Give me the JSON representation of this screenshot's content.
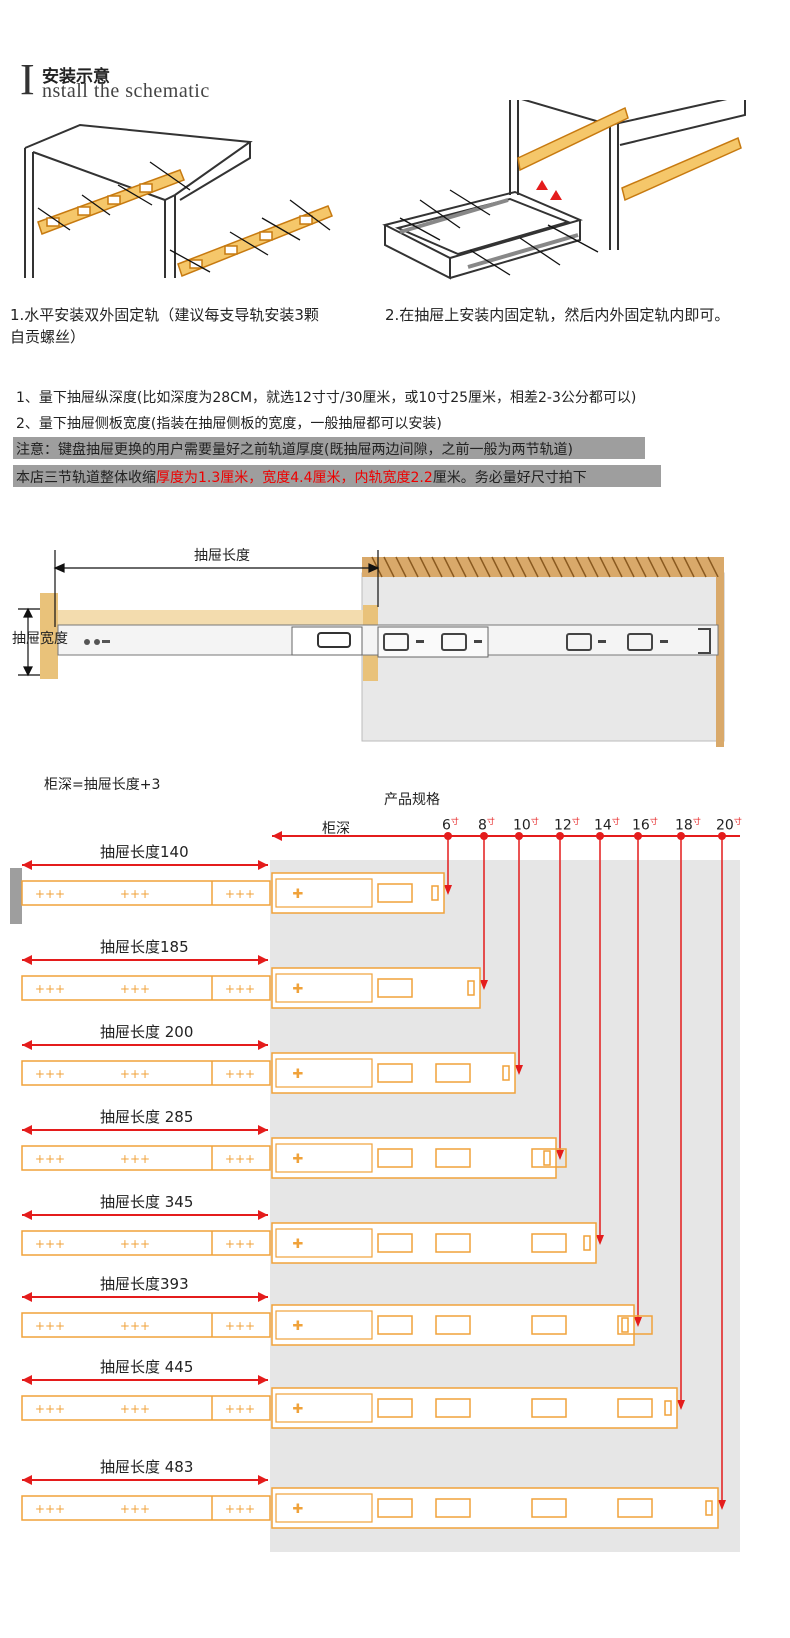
{
  "header": {
    "big_letter": "I",
    "title_cn": "安装示意",
    "title_en": "nstall the schematic"
  },
  "steps": [
    {
      "text_line1": "1.水平安装双外固定轨（建议每支导轨安装3颗",
      "text_line2": "自贡螺丝）"
    },
    {
      "text_line1": "2.在抽屉上安装内固定轨，然后内外固定轨内即可。"
    }
  ],
  "notes": {
    "line1": "1、量下抽屉纵深度(比如深度为28CM，就选12寸寸/30厘米，或10寸25厘米，相差2-3公分都可以)",
    "line2": "2、量下抽屉侧板宽度(指装在抽屉侧板的宽度，一般抽屉都可以安装)",
    "line3": "注意：键盘抽屉更换的用户需要量好之前轨道厚度(既抽屉两边间隙，之前一般为两节轨道)",
    "line4_a": "本店三节轨道整体收缩",
    "line4_b": "厚度为1.3厘米，宽度4.4厘米，内轨宽度2.2",
    "line4_c": "厘米。务必量好尺寸拍下"
  },
  "diagram": {
    "drawer_length_label": "抽屉长度",
    "drawer_width_label": "抽屉宽度"
  },
  "spec": {
    "formula": "柜深=抽屉长度+3",
    "product_spec": "产品规格",
    "cabinet_depth": "柜深",
    "sizes": [
      "6",
      "8",
      "10",
      "12",
      "14",
      "16",
      "18",
      "20"
    ],
    "unit": "寸",
    "rows": [
      {
        "label": "抽屉长度140"
      },
      {
        "label": "抽屉长度185"
      },
      {
        "label": "抽屉长度 200"
      },
      {
        "label": "抽屉长度 285"
      },
      {
        "label": "抽屉长度 345"
      },
      {
        "label": "抽屉长度393"
      },
      {
        "label": "抽屉长度  445"
      },
      {
        "label": "抽屉长度  483"
      }
    ]
  },
  "colors": {
    "orange": "#f0a23a",
    "red": "#e41c1c",
    "gray_panel": "#e6e6e6",
    "bar_gray": "#9e9e9e"
  }
}
